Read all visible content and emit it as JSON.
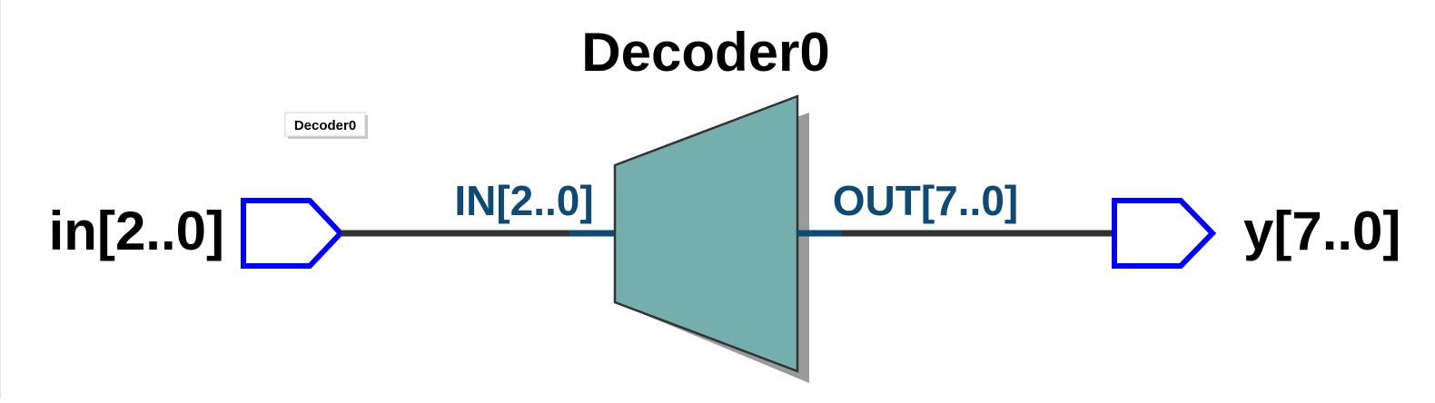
{
  "diagram": {
    "block": {
      "title": "Decoder0",
      "input_port": "IN[2..0]",
      "output_port": "OUT[7..0]",
      "fill_color": "#74aead"
    },
    "tag": {
      "label": "Decoder0"
    },
    "input_pin": {
      "label": "in[2..0]",
      "color": "#0000ff"
    },
    "output_pin": {
      "label": "y[7..0]",
      "color": "#0000ff"
    },
    "colors": {
      "wire": "#333333",
      "port_stub": "#0e4a73",
      "port_text": "#0e4a73",
      "shadow": "#9a9a9a",
      "outline": "#333333"
    }
  }
}
